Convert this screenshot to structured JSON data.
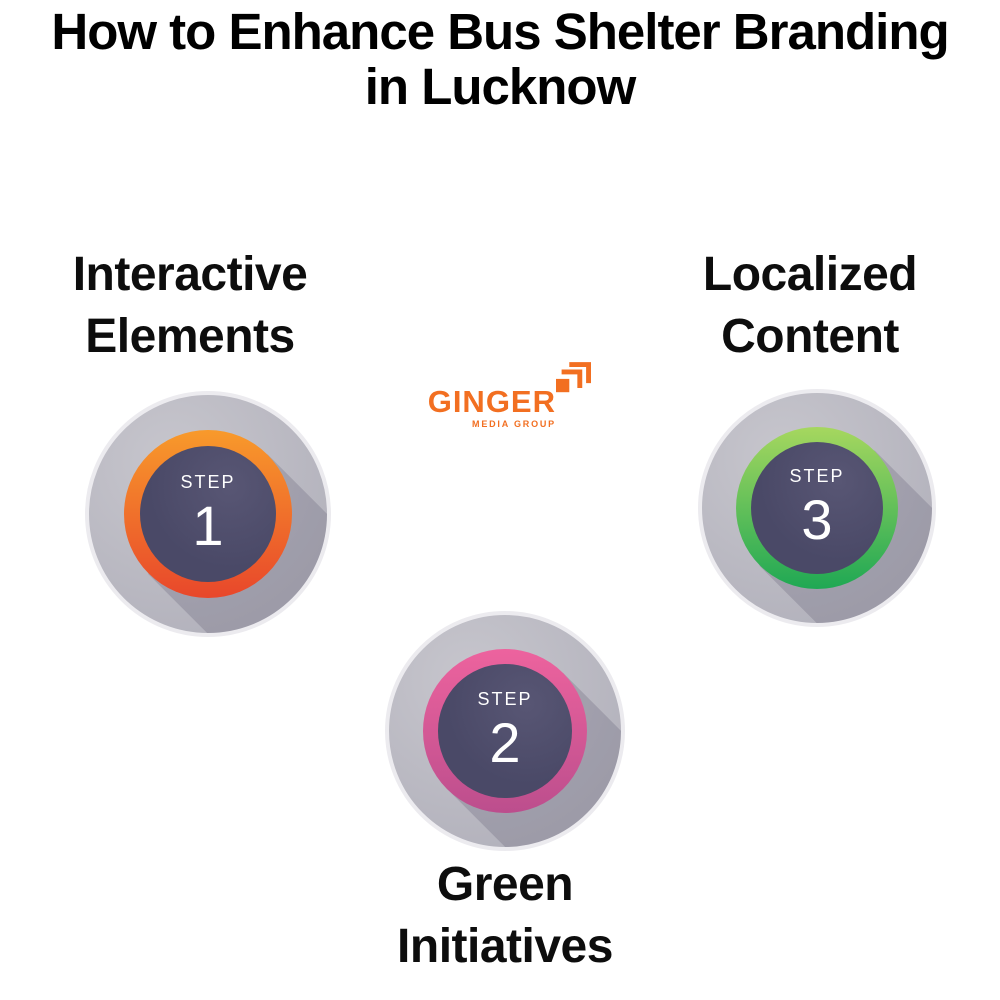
{
  "title": {
    "line1": "How to Enhance Bus Shelter Branding",
    "line2": "in Lucknow"
  },
  "logo": {
    "name": "GINGER",
    "tagline": "MEDIA GROUP",
    "color": "#F26F21",
    "icon": "layered-squares-icon"
  },
  "steps": [
    {
      "step_word": "STEP",
      "number": "1",
      "label_line1": "Interactive",
      "label_line2": "Elements",
      "ring_top": "#F89A2B",
      "ring_bottom": "#E8472B"
    },
    {
      "step_word": "STEP",
      "number": "2",
      "label_line1": "Green",
      "label_line2": "Initiatives",
      "ring_top": "#ED639E",
      "ring_bottom": "#BC4E8D"
    },
    {
      "step_word": "STEP",
      "number": "3",
      "label_line1": "Localized",
      "label_line2": "Content",
      "ring_top": "#A6D75F",
      "ring_bottom": "#1FA854"
    }
  ],
  "colors": {
    "background": "#FFFFFF",
    "title_text": "#000000",
    "label_text": "#0D0D0D",
    "badge_gray": "#B7B6BF",
    "badge_rim": "#ECEBEF",
    "badge_core": "#4C4B6A",
    "step_text": "#FFFFFF"
  }
}
